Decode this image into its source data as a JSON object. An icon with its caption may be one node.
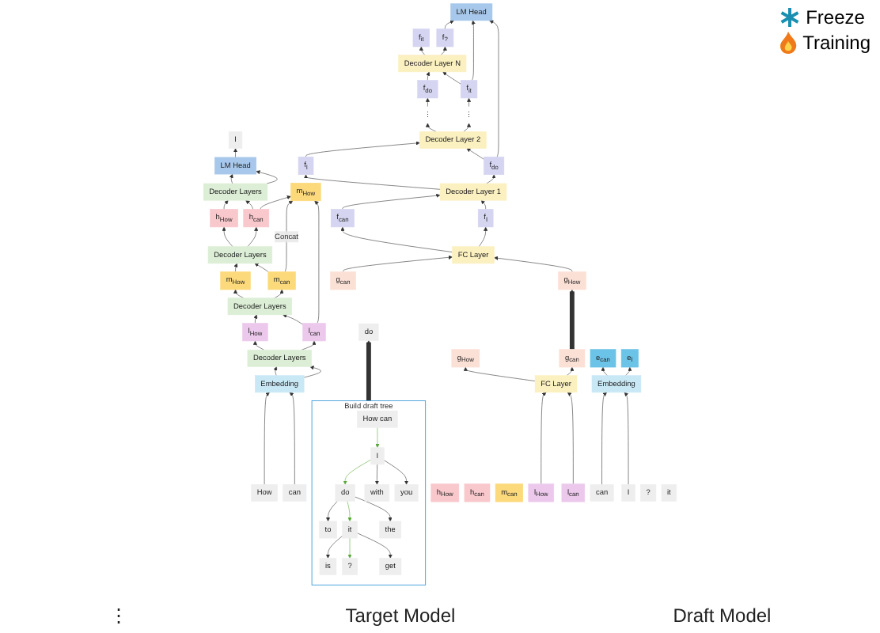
{
  "diagram": {
    "nodes": [
      {
        "text": [
          "I"
        ]
      },
      {
        "text": [
          "LM Head"
        ]
      },
      {
        "text": [
          "Decoder Layers"
        ]
      },
      {
        "text": [
          "h$_{How}$"
        ]
      },
      {
        "text": [
          "h$_{can}$"
        ]
      },
      {
        "text": [
          "Decoder Layers"
        ]
      },
      {
        "text": [
          "m$_{How}$"
        ]
      },
      {
        "text": [
          "m$_{can}$"
        ]
      },
      {
        "text": [
          "Decoder Layers"
        ]
      },
      {
        "text": [
          "l$_{How}$"
        ]
      },
      {
        "text": [
          "l$_{can}$"
        ]
      },
      {
        "text": [
          "Decoder Layers"
        ]
      },
      {
        "text": [
          "Embedding"
        ]
      },
      {
        "text": [
          "How"
        ]
      },
      {
        "text": [
          "can"
        ]
      },
      {
        "text": [
          "h$_{How}$"
        ]
      },
      {
        "text": [
          "h$_{can}$"
        ]
      },
      {
        "text": [
          "m$_{How}$"
        ]
      },
      {
        "text": [
          "m$_{can}$"
        ]
      },
      {
        "text": [
          "l$_{How}$"
        ]
      },
      {
        "text": [
          "l$_{can}$"
        ]
      },
      {
        "text": [
          "FC Layer"
        ]
      },
      {
        "text": [
          "g$_{How}$"
        ]
      },
      {
        "text": [
          "g$_{can}$"
        ]
      },
      {
        "text": [
          "f$_{it}$"
        ]
      },
      {
        "text": [
          "f$_{?}$"
        ]
      },
      {
        "text": [
          "Decoder Layer N"
        ]
      },
      {
        "text": [
          "f$_{do}$"
        ]
      },
      {
        "text": [
          "f$_{it}$"
        ]
      },
      {
        "text": [
          "⋮"
        ]
      },
      {
        "text": [
          "⋮"
        ]
      },
      {
        "text": [
          "Decoder Layer 2"
        ]
      },
      {
        "text": [
          "f$_{I}$"
        ]
      },
      {
        "text": [
          "f$_{do}$"
        ]
      },
      {
        "text": [
          "Decoder Layer 1"
        ]
      },
      {
        "text": [
          "f$_{can}$"
        ]
      },
      {
        "text": [
          "f$_{I}$"
        ]
      },
      {
        "text": [
          "FC Layer"
        ]
      },
      {
        "text": [
          "g$_{How}$"
        ]
      },
      {
        "text": [
          "g$_{can}$"
        ]
      },
      {
        "text": [
          "e$_{can}$"
        ]
      },
      {
        "text": [
          "e$_{I}$"
        ]
      },
      {
        "text": [
          "Embedding"
        ]
      },
      {
        "text": [
          "can"
        ]
      },
      {
        "text": [
          "I"
        ]
      },
      {
        "text": [
          "LM Head"
        ]
      },
      {
        "text": [
          "?"
        ]
      },
      {
        "text": [
          "it"
        ]
      },
      {
        "text": [
          "do"
        ]
      },
      {
        "text": [
          "Build draft tree"
        ]
      },
      {
        "text": [
          "is"
        ],
        "in": 49
      },
      {
        "text": [
          "?"
        ],
        "in": 49
      },
      {
        "text": [
          "get"
        ],
        "in": 49
      },
      {
        "text": [
          "to"
        ],
        "in": 49
      },
      {
        "text": [
          "it"
        ],
        "in": 49
      },
      {
        "text": [
          "the"
        ],
        "in": 49
      },
      {
        "text": [
          "do"
        ],
        "in": 49
      },
      {
        "text": [
          "with"
        ],
        "in": 49
      },
      {
        "text": [
          "you"
        ],
        "in": 49
      },
      {
        "text": [
          "I"
        ],
        "in": 49
      },
      {
        "text": [
          "How can"
        ],
        "in": 49
      }
    ],
    "edges": [
      {
        "from": 13,
        "to": 12,
        "arrow": "to"
      },
      {
        "from": 14,
        "to": 12,
        "arrow": "to"
      },
      {
        "from": 12,
        "to": 11,
        "arrow": "to"
      },
      {
        "from": 12,
        "to": 11,
        "arrow": "to"
      },
      {
        "from": 11,
        "to": 9,
        "arrow": "to"
      },
      {
        "from": 11,
        "to": 10,
        "arrow": "to"
      },
      {
        "from": 9,
        "to": 8,
        "arrow": "to"
      },
      {
        "from": 10,
        "to": 8,
        "arrow": "to"
      },
      {
        "from": 8,
        "to": 6,
        "arrow": "to"
      },
      {
        "from": 8,
        "to": 7,
        "arrow": "to"
      },
      {
        "from": 6,
        "to": 5,
        "arrow": "to"
      },
      {
        "from": 7,
        "to": 5,
        "arrow": "to"
      },
      {
        "from": 5,
        "to": 3,
        "arrow": "to"
      },
      {
        "from": 5,
        "to": 4,
        "arrow": "to"
      },
      {
        "from": 3,
        "to": 2,
        "arrow": "to"
      },
      {
        "from": 4,
        "to": 2,
        "arrow": "to"
      },
      {
        "from": 2,
        "to": 1,
        "arrow": "to"
      },
      {
        "from": 2,
        "to": 1,
        "arrow": "to"
      },
      {
        "from": 1,
        "to": 0,
        "arrow": "to"
      },
      {
        "from": 4,
        "to": 17,
        "arrow": "to"
      },
      {
        "from": 7,
        "to": 17,
        "arrow": "to",
        "label": "Concat"
      },
      {
        "from": 10,
        "to": 17,
        "arrow": "to"
      },
      {
        "from": 19,
        "to": 21,
        "arrow": "to"
      },
      {
        "from": 20,
        "to": 21,
        "arrow": "to"
      },
      {
        "from": 21,
        "to": 22,
        "arrow": "to"
      },
      {
        "from": 21,
        "to": 23,
        "arrow": "to"
      },
      {
        "from": 23,
        "to": 38,
        "arrow": "to",
        "style": "thick"
      },
      {
        "from": 43,
        "to": 42,
        "arrow": "to"
      },
      {
        "from": 44,
        "to": 42,
        "arrow": "to"
      },
      {
        "from": 42,
        "to": 40,
        "arrow": "to"
      },
      {
        "from": 42,
        "to": 41,
        "arrow": "to"
      },
      {
        "from": 38,
        "to": 37,
        "arrow": "to"
      },
      {
        "from": 39,
        "to": 37,
        "arrow": "to"
      },
      {
        "from": 37,
        "to": 35,
        "arrow": "to"
      },
      {
        "from": 37,
        "to": 36,
        "arrow": "to"
      },
      {
        "from": 35,
        "to": 34,
        "arrow": "to"
      },
      {
        "from": 36,
        "to": 34,
        "arrow": "to"
      },
      {
        "from": 34,
        "to": 32,
        "arrow": "to"
      },
      {
        "from": 34,
        "to": 33,
        "arrow": "to"
      },
      {
        "from": 32,
        "to": 31,
        "arrow": "to"
      },
      {
        "from": 33,
        "to": 31,
        "arrow": "to"
      },
      {
        "from": 31,
        "to": 29,
        "arrow": "to"
      },
      {
        "from": 31,
        "to": 30,
        "arrow": "to"
      },
      {
        "from": 29,
        "to": 27,
        "arrow": "to"
      },
      {
        "from": 30,
        "to": 28,
        "arrow": "to"
      },
      {
        "from": 27,
        "to": 26,
        "arrow": "to"
      },
      {
        "from": 28,
        "to": 26,
        "arrow": "to"
      },
      {
        "from": 26,
        "to": 24,
        "arrow": "to"
      },
      {
        "from": 26,
        "to": 25,
        "arrow": "to"
      },
      {
        "from": 25,
        "to": 45,
        "arrow": "to"
      },
      {
        "from": 28,
        "to": 45,
        "arrow": "to"
      },
      {
        "from": 33,
        "to": 45,
        "arrow": "to"
      },
      {
        "from": 49,
        "to": 48,
        "arrow": "to",
        "style": "thick"
      },
      {
        "from": 60,
        "to": 59,
        "arrow": "to",
        "color": "#5aa83a"
      },
      {
        "from": 59,
        "to": 56,
        "arrow": "to",
        "color": "#5aa83a"
      },
      {
        "from": 59,
        "to": 57,
        "arrow": "to"
      },
      {
        "from": 59,
        "to": 58,
        "arrow": "to"
      },
      {
        "from": 56,
        "to": 53,
        "arrow": "to"
      },
      {
        "from": 56,
        "to": 54,
        "arrow": "to",
        "color": "#5aa83a"
      },
      {
        "from": 56,
        "to": 55,
        "arrow": "to"
      },
      {
        "from": 54,
        "to": 50,
        "arrow": "to"
      },
      {
        "from": 54,
        "to": 51,
        "arrow": "to",
        "color": "#5aa83a"
      },
      {
        "from": 54,
        "to": 52,
        "arrow": "to"
      }
    ],
    "labels": [
      "⋮",
      "Target Model",
      "Draft Model"
    ],
    "legend": [
      {
        "text": "Freeze"
      },
      {
        "text": "Training"
      }
    ]
  }
}
